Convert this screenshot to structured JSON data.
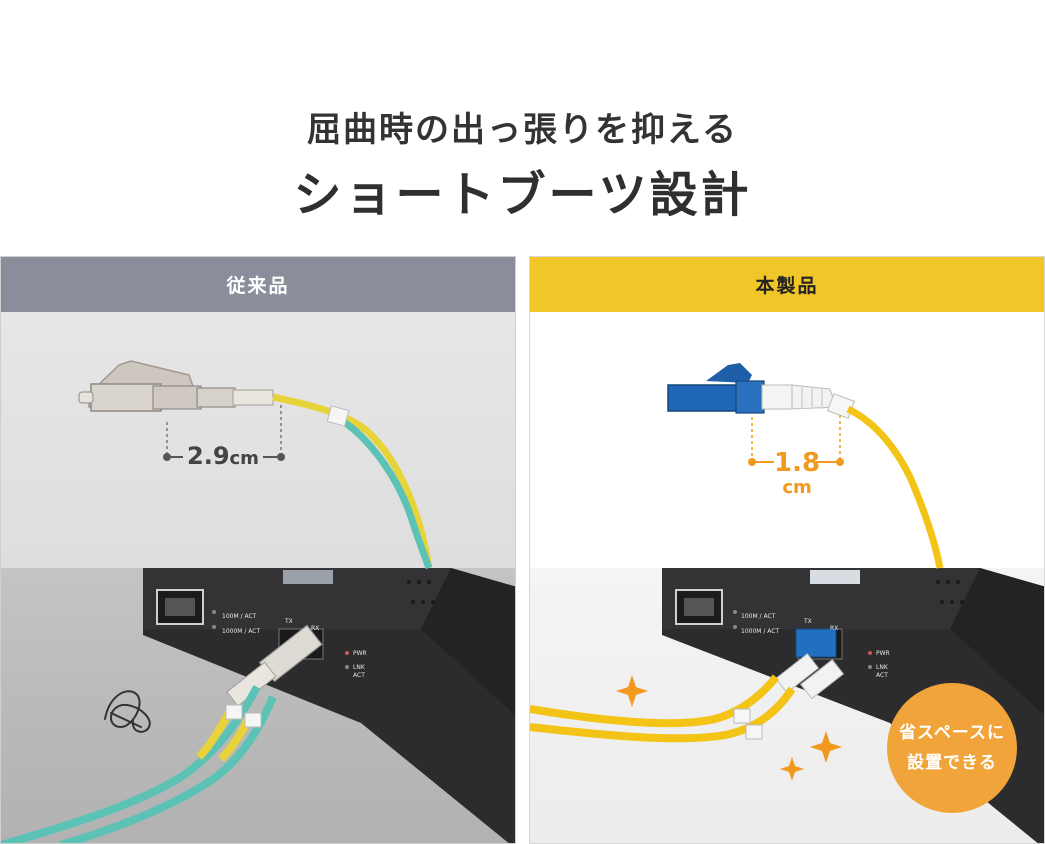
{
  "headline": {
    "subtitle": "屈曲時の出っ張りを抑える",
    "title": "ショートブーツ設計"
  },
  "panels": {
    "conventional": {
      "label": "従来品",
      "measure_value": "2.9",
      "measure_unit": "cm",
      "fiber_color": "#5cc2b6",
      "device_labels": {
        "port1": "100M / ACT",
        "port2": "1000M / ACT",
        "tx": "TX",
        "rx": "RX",
        "pwr": "PWR",
        "lnk": "LNK",
        "act": "ACT"
      }
    },
    "product": {
      "label": "本製品",
      "measure_value": "1.8",
      "measure_unit": "cm",
      "fiber_color": "#f3c316",
      "badge_line1": "省スペースに",
      "badge_line2": "設置できる",
      "device_labels": {
        "port1": "100M / ACT",
        "port2": "1000M / ACT",
        "tx": "TX",
        "rx": "RX",
        "pwr": "PWR",
        "lnk": "LNK",
        "act": "ACT"
      }
    }
  },
  "colors": {
    "conventional_header": "#8a8e9a",
    "product_header": "#f0c629",
    "accent_orange": "#f29a1f",
    "badge": "#f1a43a"
  },
  "icons": [
    "tangled-cable-icon",
    "sparkle-icon"
  ]
}
